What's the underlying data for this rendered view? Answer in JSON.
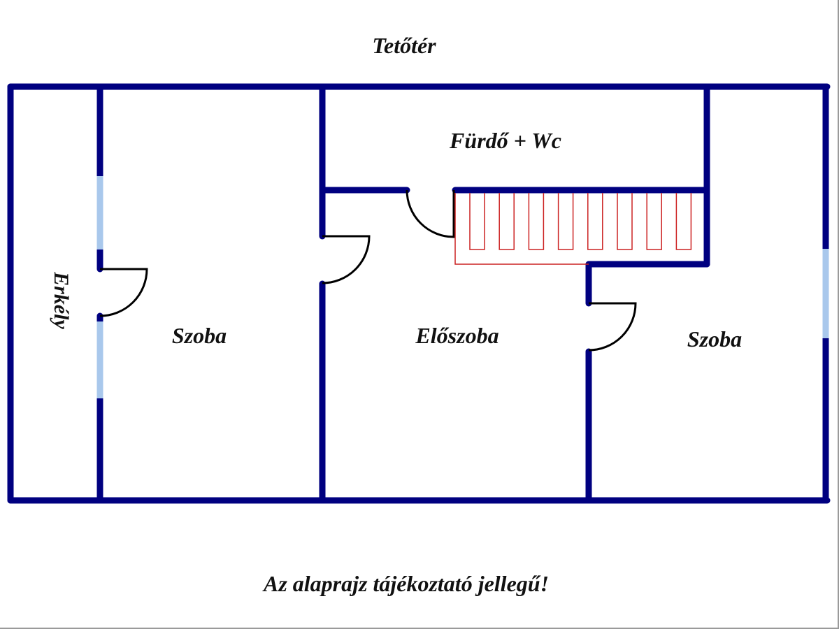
{
  "title": "Tetőtér",
  "footer_note": "Az alaprajz tájékoztató jellegű!",
  "rooms": {
    "balcony": "Erkély",
    "room_left": "Szoba",
    "bathroom": "Fürdő + Wc",
    "hall": "Előszoba",
    "room_right": "Szoba"
  },
  "colors": {
    "wall": "#000080",
    "window": "#a9c8ec",
    "door": "#000000",
    "stairs": "#cc2222",
    "text": "#111111"
  },
  "legend_icons": {
    "wall": "wall-line",
    "window": "window-segment",
    "door": "door-swing-arc",
    "stairs": "staircase-steps"
  }
}
